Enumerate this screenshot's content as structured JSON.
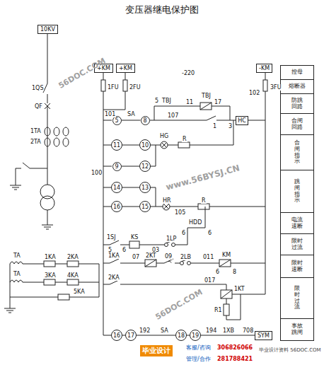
{
  "diagram": {
    "title": "变压器继电保护图",
    "nodes": [
      {
        "text": [
          "10KV"
        ]
      },
      {
        "text": [
          "+KM"
        ]
      },
      {
        "text": [
          "+KM"
        ]
      },
      {
        "text": [
          "-KM"
        ]
      },
      {
        "text": [
          "HC"
        ]
      },
      {
        "text": [
          "5"
        ]
      },
      {
        "text": [
          "8"
        ]
      },
      {
        "text": [
          "11"
        ]
      },
      {
        "text": [
          "10"
        ]
      },
      {
        "text": [
          "9"
        ]
      },
      {
        "text": [
          "12"
        ]
      },
      {
        "text": [
          "14"
        ]
      },
      {
        "text": [
          "13"
        ]
      },
      {
        "text": [
          "16"
        ]
      },
      {
        "text": [
          "15"
        ]
      },
      {
        "text": [
          "16"
        ]
      },
      {
        "text": [
          "17"
        ]
      },
      {
        "text": [
          "18"
        ]
      },
      {
        "text": [
          "19"
        ]
      },
      {
        "text": [
          "SYM"
        ]
      },
      {
        "text": [
          "控母"
        ]
      },
      {
        "text": [
          "熔断器"
        ]
      },
      {
        "text": [
          "防跳回路"
        ]
      },
      {
        "text": [
          "合闸回路"
        ]
      },
      {
        "text": [
          "合闸指示"
        ]
      },
      {
        "text": [
          "跳闸指示"
        ]
      },
      {
        "text": [
          "电流速断"
        ]
      },
      {
        "text": [
          "限时过流"
        ]
      },
      {
        "text": [
          "限时速断"
        ]
      },
      {
        "text": [
          "限时过流"
        ]
      },
      {
        "text": [
          "事故跳闸"
        ]
      }
    ],
    "edges": [
      {
        "from": 5,
        "to": 6,
        "arrow": "none"
      },
      {
        "from": 7,
        "to": 8,
        "arrow": "none"
      },
      {
        "from": 9,
        "to": 10,
        "arrow": "none"
      },
      {
        "from": 11,
        "to": 12,
        "arrow": "none"
      },
      {
        "from": 13,
        "to": 14,
        "arrow": "none"
      },
      {
        "from": 15,
        "to": 16,
        "arrow": "none"
      },
      {
        "from": 16,
        "to": 17,
        "arrow": "none"
      },
      {
        "from": 17,
        "to": 18,
        "arrow": "none"
      }
    ],
    "labels": [
      "1QS",
      "QF",
      "1TA",
      "2TA",
      "TA",
      "TA",
      "1KA",
      "2KA",
      "3KA",
      "4KA",
      "5KA",
      "1FU",
      "2FU",
      "3FU",
      "-220",
      "102",
      "101",
      "SA",
      "5",
      "TBJ",
      "11",
      "107",
      "TBJ",
      "17",
      "1",
      "3",
      "100",
      "HG",
      "R",
      "105",
      "HR",
      "R",
      "HDD",
      "6",
      "6",
      "1SJ",
      "KS",
      "03",
      "1LP",
      "5",
      "6",
      "1KA",
      "07",
      "2KT",
      "09",
      "2LB",
      "011",
      "KM",
      "6",
      "8",
      "2KA",
      "017",
      "1KT",
      "R1",
      "192",
      "SA",
      "194",
      "1XB",
      "708",
      "56DOC.COM",
      "www.56BYSJ.CN",
      "56DOC.COM",
      "毕业设计",
      "客服/咨询",
      "306826066",
      "管理/合作",
      "281788421",
      "毕业设计资料 56DOC.COM"
    ]
  }
}
